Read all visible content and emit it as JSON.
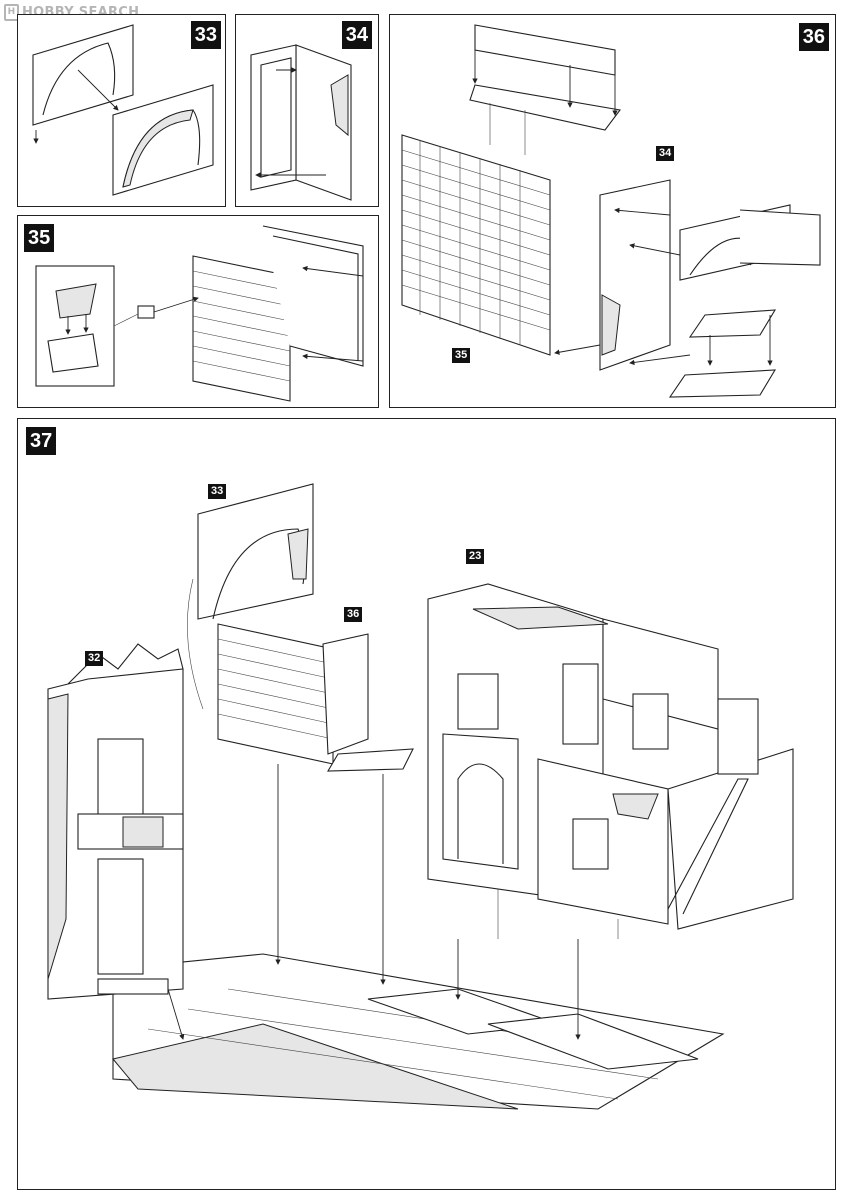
{
  "watermark": {
    "text": "HOBBY SEARCH"
  },
  "steps": {
    "s33": "33",
    "s34": "34",
    "s35": "35",
    "s36": "36",
    "s37": "37"
  },
  "part_tags": {
    "t34": "34",
    "t35": "35",
    "t33": "33",
    "t36": "36",
    "t32": "32",
    "t23": "23"
  }
}
